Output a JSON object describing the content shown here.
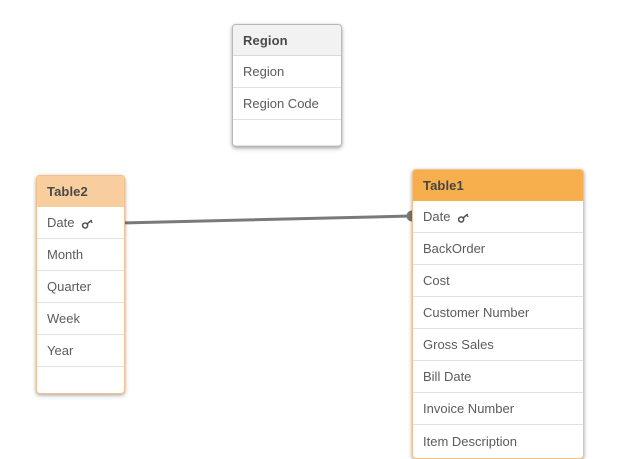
{
  "diagram": {
    "type": "data-model-viewer",
    "background_color": "#ffffff",
    "accent_color": "#f7ae4c",
    "soft_accent_color": "#f8ce9e",
    "neutral_header_color": "#f2f2f2",
    "link_color": "#7a7a7a"
  },
  "tables": [
    {
      "id": "region",
      "title": "Region",
      "header_style": "neutral",
      "fields": [
        {
          "label": "Region",
          "key": false
        },
        {
          "label": "Region Code",
          "key": false
        }
      ],
      "has_trailing_empty_row": true
    },
    {
      "id": "table2",
      "title": "Table2",
      "header_style": "soft",
      "fields": [
        {
          "label": "Date",
          "key": true
        },
        {
          "label": "Month",
          "key": false
        },
        {
          "label": "Quarter",
          "key": false
        },
        {
          "label": "Week",
          "key": false
        },
        {
          "label": "Year",
          "key": false
        }
      ],
      "has_trailing_empty_row": true
    },
    {
      "id": "table1",
      "title": "Table1",
      "header_style": "strong",
      "fields": [
        {
          "label": "Date",
          "key": true
        },
        {
          "label": "BackOrder",
          "key": false
        },
        {
          "label": "Cost",
          "key": false
        },
        {
          "label": "Customer Number",
          "key": false
        },
        {
          "label": "Gross Sales",
          "key": false
        },
        {
          "label": "Bill Date",
          "key": false
        },
        {
          "label": "Invoice Number",
          "key": false
        },
        {
          "label": "Item Description",
          "key": false
        }
      ],
      "has_trailing_empty_row": false,
      "clipped_at_bottom": true
    }
  ],
  "associations": [
    {
      "id": "table2-date-to-table1-date",
      "from_table": "Table2",
      "from_field": "Date",
      "to_table": "Table1",
      "to_field": "Date"
    }
  ],
  "icons": {
    "key": "key-icon"
  }
}
